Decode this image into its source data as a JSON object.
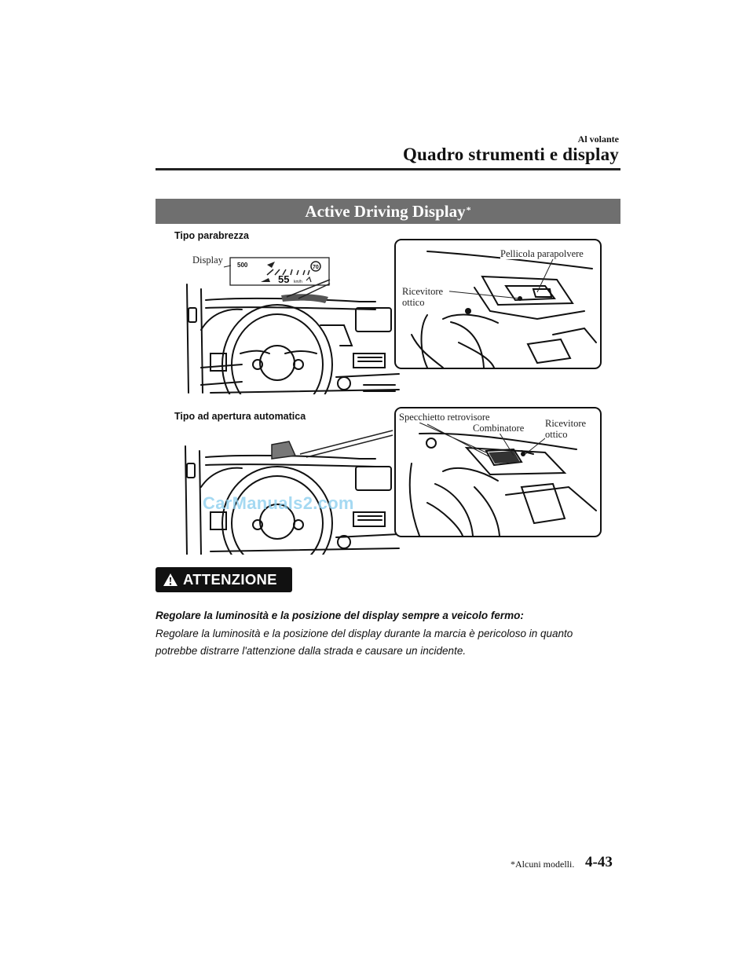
{
  "header": {
    "chapter": "Al volante",
    "title": "Quadro strumenti e display"
  },
  "section": {
    "title": "Active Driving Display",
    "asterisk": "*"
  },
  "figure1": {
    "label": "Tipo parabrezza",
    "callouts": {
      "display": "Display",
      "dust_film": "Pellicola parapolvere",
      "optical_receiver": "Ricevitore ottico"
    },
    "display_readout": {
      "nav": "500",
      "speed": "55",
      "speed_unit": "km/h",
      "limit": "70"
    }
  },
  "figure2": {
    "label": "Tipo ad apertura automatica",
    "callouts": {
      "mirror": "Specchietto retrovisore",
      "combiner": "Combinatore",
      "optical_receiver": "Ricevitore ottico"
    }
  },
  "watermark": "CarManuals2.com",
  "warning": {
    "label": "ATTENZIONE",
    "heading": "Regolare la luminosità e la posizione del display sempre a veicolo fermo:",
    "body": "Regolare la luminosità e la posizione del display durante la marcia è pericoloso in quanto potrebbe distrarre l'attenzione dalla strada e causare un incidente."
  },
  "footer": {
    "footnote": "*Alcuni modelli.",
    "page": "4-43"
  }
}
